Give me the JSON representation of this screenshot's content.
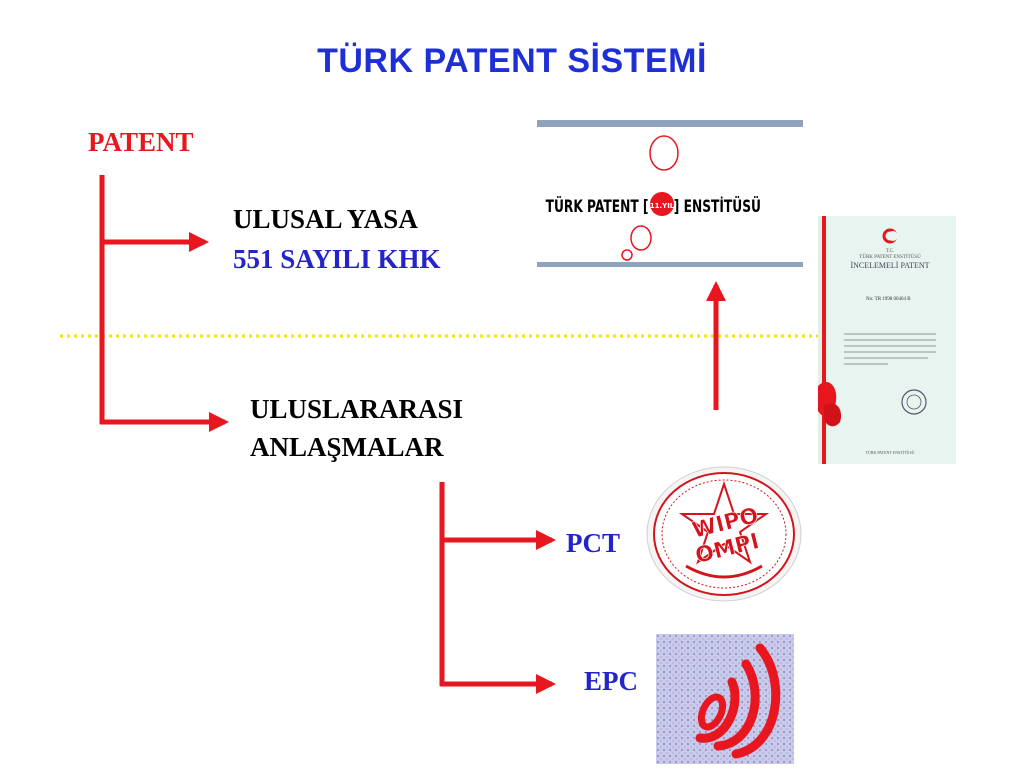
{
  "title": "TÜRK PATENT SİSTEMİ",
  "nodes": {
    "patent": "PATENT",
    "ulusal_line1": "ULUSAL YASA",
    "ulusal_line2": "551 SAYILI KHK",
    "uluslararasi_line1": "ULUSLARARASI",
    "uluslararasi_line2": "ANLAŞMALAR",
    "pct": "PCT",
    "epc": "EPC"
  },
  "logos": {
    "tpe": {
      "text_left": "TÜRK PATENT [",
      "badge": "11.YIL",
      "text_right": "] ENSTİTÜSÜ"
    },
    "certificate": {
      "line1": "T.C.",
      "line2": "TÜRK PATENT ENSTİTÜSÜ",
      "heading": "İNCELEMELİ PATENT",
      "number": "No: TR 1998 00464 B",
      "footer": "TÜRK PATENT ENSTİTÜSÜ"
    },
    "wipo": {
      "top": "WIPO",
      "bottom": "OMPI"
    }
  },
  "colors": {
    "title": "#1f2fd6",
    "red": "#e8161e",
    "blue": "#2424c8",
    "divider": "#f5e600"
  }
}
